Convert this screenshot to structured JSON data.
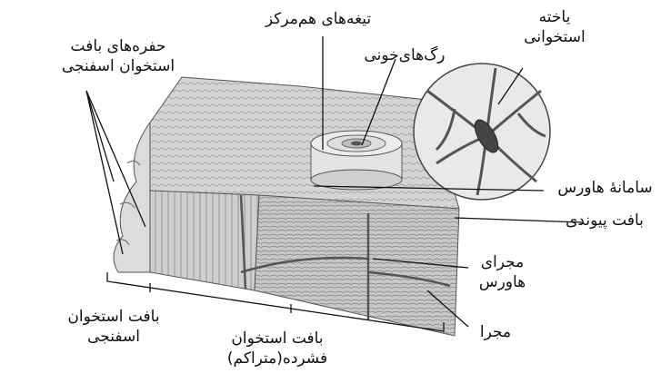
{
  "labels": {
    "spongy_cavities": [
      "حفره‌های بافت",
      "استخوان اسفنجی"
    ],
    "concentric_lamellae": "تیغه‌های هم‌مرکز",
    "bone_cell": [
      "یاخته",
      "استخوانی"
    ],
    "blood_vessels": "رگ‌های‌خونی",
    "haversian_system": "سامانهٔ هاورس",
    "connective_tissue": "بافت پیوندی",
    "haversian_canal": [
      "مجرای",
      "هاورس"
    ],
    "canal": "مجرا",
    "spongy_bone": [
      "بافت استخوان",
      "اسفنجی"
    ],
    "compact_bone": [
      "بافت استخوان",
      "فشرده(متراکم)"
    ]
  },
  "colors": {
    "ink": "#111111",
    "bone_fill": "#cfcfcf",
    "bone_dark": "#8a8a8a",
    "bone_light": "#e6e6e6"
  }
}
